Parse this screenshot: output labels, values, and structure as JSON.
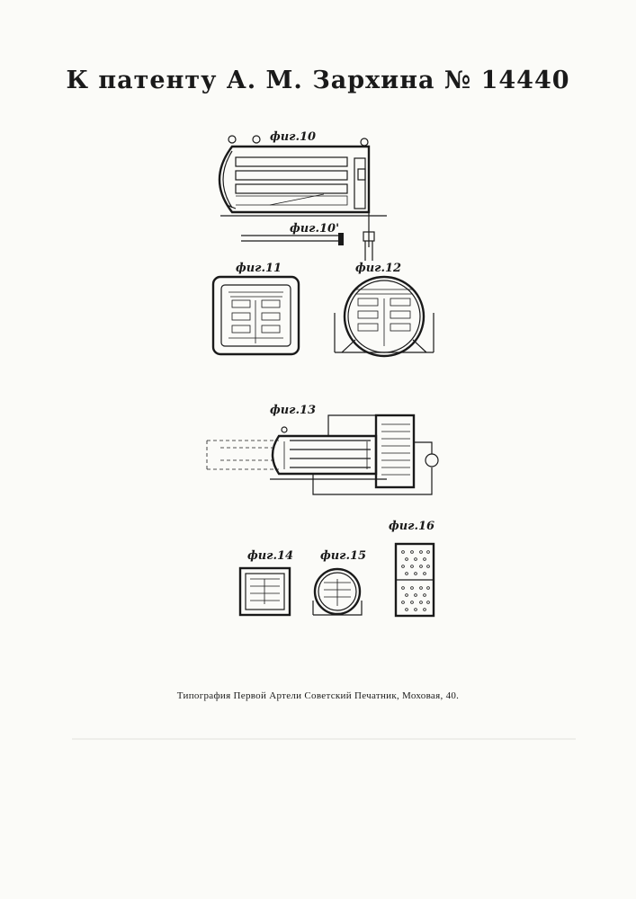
{
  "header": {
    "title": "К патенту А. М. Зархина № 14440"
  },
  "figures": {
    "fig10": "фиг.10",
    "fig10a": "фиг.10'",
    "fig11": "фиг.11",
    "fig12": "фиг.12",
    "fig13": "фиг.13",
    "fig14": "фиг.14",
    "fig15": "фиг.15",
    "fig16": "фиг.16"
  },
  "footer": {
    "imprint": "Типография Первой Артели Советский Печатник, Моховая, 40."
  }
}
